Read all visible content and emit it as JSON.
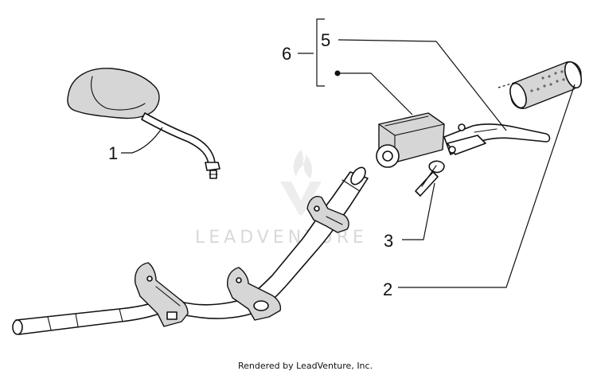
{
  "callouts": {
    "c1": "1",
    "c2": "2",
    "c3": "3",
    "c5": "5",
    "c6": "6"
  },
  "watermark": "LEADVENTURE",
  "footer": "Rendered by LeadVenture, Inc."
}
